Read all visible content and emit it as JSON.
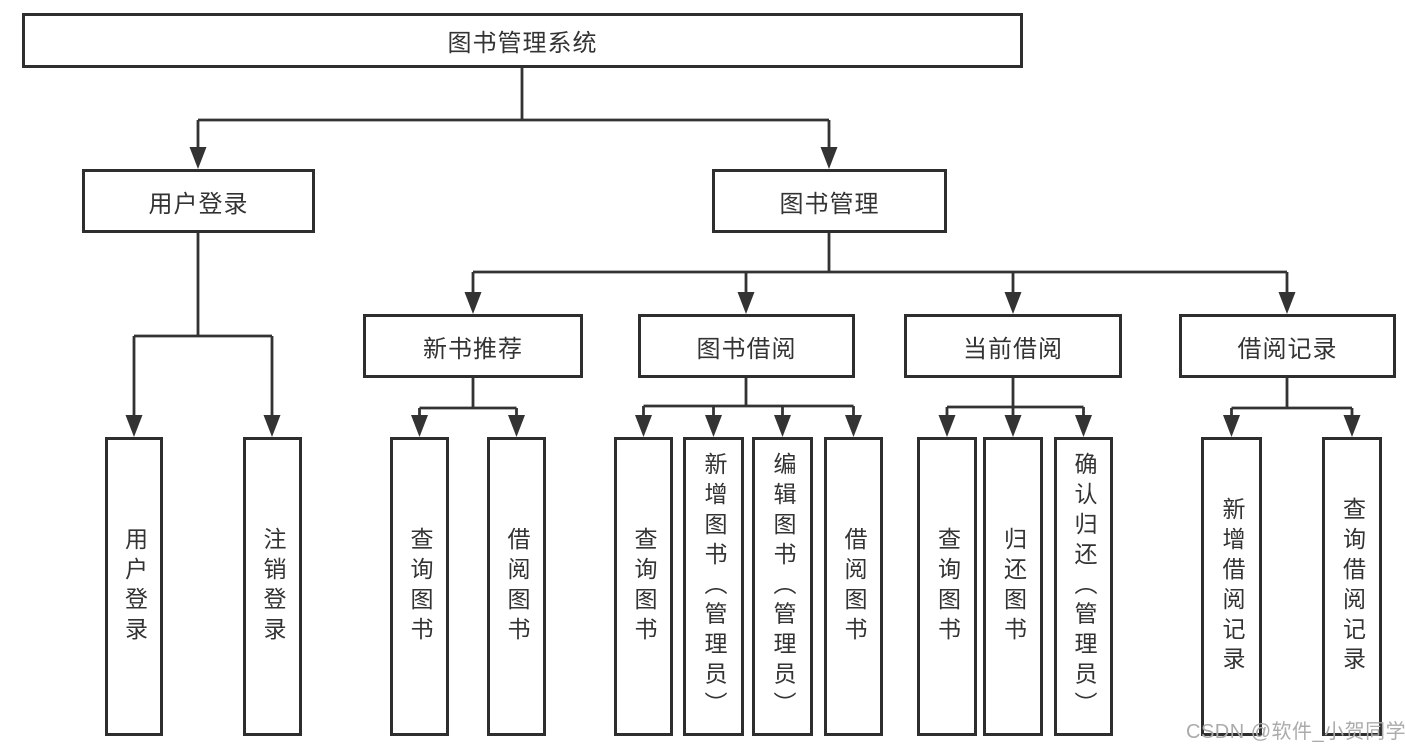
{
  "diagram": {
    "title": "图书管理系统",
    "tree": {
      "root": {
        "label": "图书管理系统"
      },
      "branches": [
        {
          "label": "用户登录",
          "children": [
            {
              "label": "用户登录"
            },
            {
              "label": "注销登录"
            }
          ]
        },
        {
          "label": "图书管理",
          "children": [
            {
              "label": "新书推荐",
              "children": [
                {
                  "label": "查询图书"
                },
                {
                  "label": "借阅图书"
                }
              ]
            },
            {
              "label": "图书借阅",
              "children": [
                {
                  "label": "查询图书"
                },
                {
                  "label": "新增图书（管理员）"
                },
                {
                  "label": "编辑图书（管理员）"
                },
                {
                  "label": "借阅图书"
                }
              ]
            },
            {
              "label": "当前借阅",
              "children": [
                {
                  "label": "查询图书"
                },
                {
                  "label": "归还图书"
                },
                {
                  "label": "确认归还（管理员）"
                }
              ]
            },
            {
              "label": "借阅记录",
              "children": [
                {
                  "label": "新增借阅记录"
                },
                {
                  "label": "查询借阅记录"
                }
              ]
            }
          ]
        }
      ]
    },
    "colors": {
      "line": "#333333",
      "box_border": "#2e2e2e",
      "text": "#333333",
      "watermark": "#ababab"
    },
    "watermark": "CSDN @软件_小贺同学"
  }
}
